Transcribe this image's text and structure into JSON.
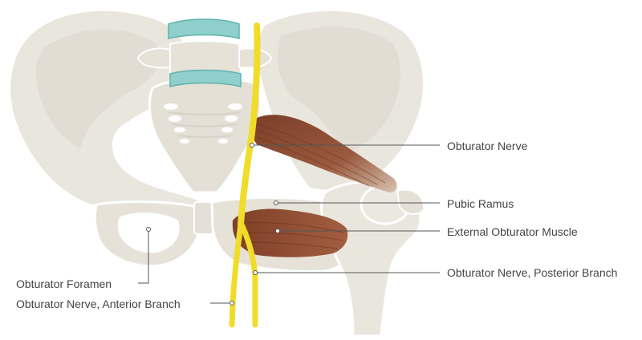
{
  "diagram": {
    "labels": {
      "obturator_nerve": "Obturator Nerve",
      "pubic_ramus": "Pubic Ramus",
      "external_obturator_muscle": "External Obturator Muscle",
      "obturator_nerve_posterior_branch": "Obturator Nerve, Posterior Branch",
      "obturator_foramen": "Obturator Foramen",
      "obturator_nerve_anterior_branch": "Obturator Nerve, Anterior Branch"
    },
    "colors": {
      "bone": "#e9e6de",
      "bone_outline": "#ffffff",
      "bone_shadow": "#dcd8cd",
      "disc": "#8fd0cc",
      "nerve": "#f1dc2a",
      "muscle": "#8a4a32",
      "muscle_light": "#b87a5c",
      "leader": "#555555",
      "text": "#444444"
    }
  }
}
